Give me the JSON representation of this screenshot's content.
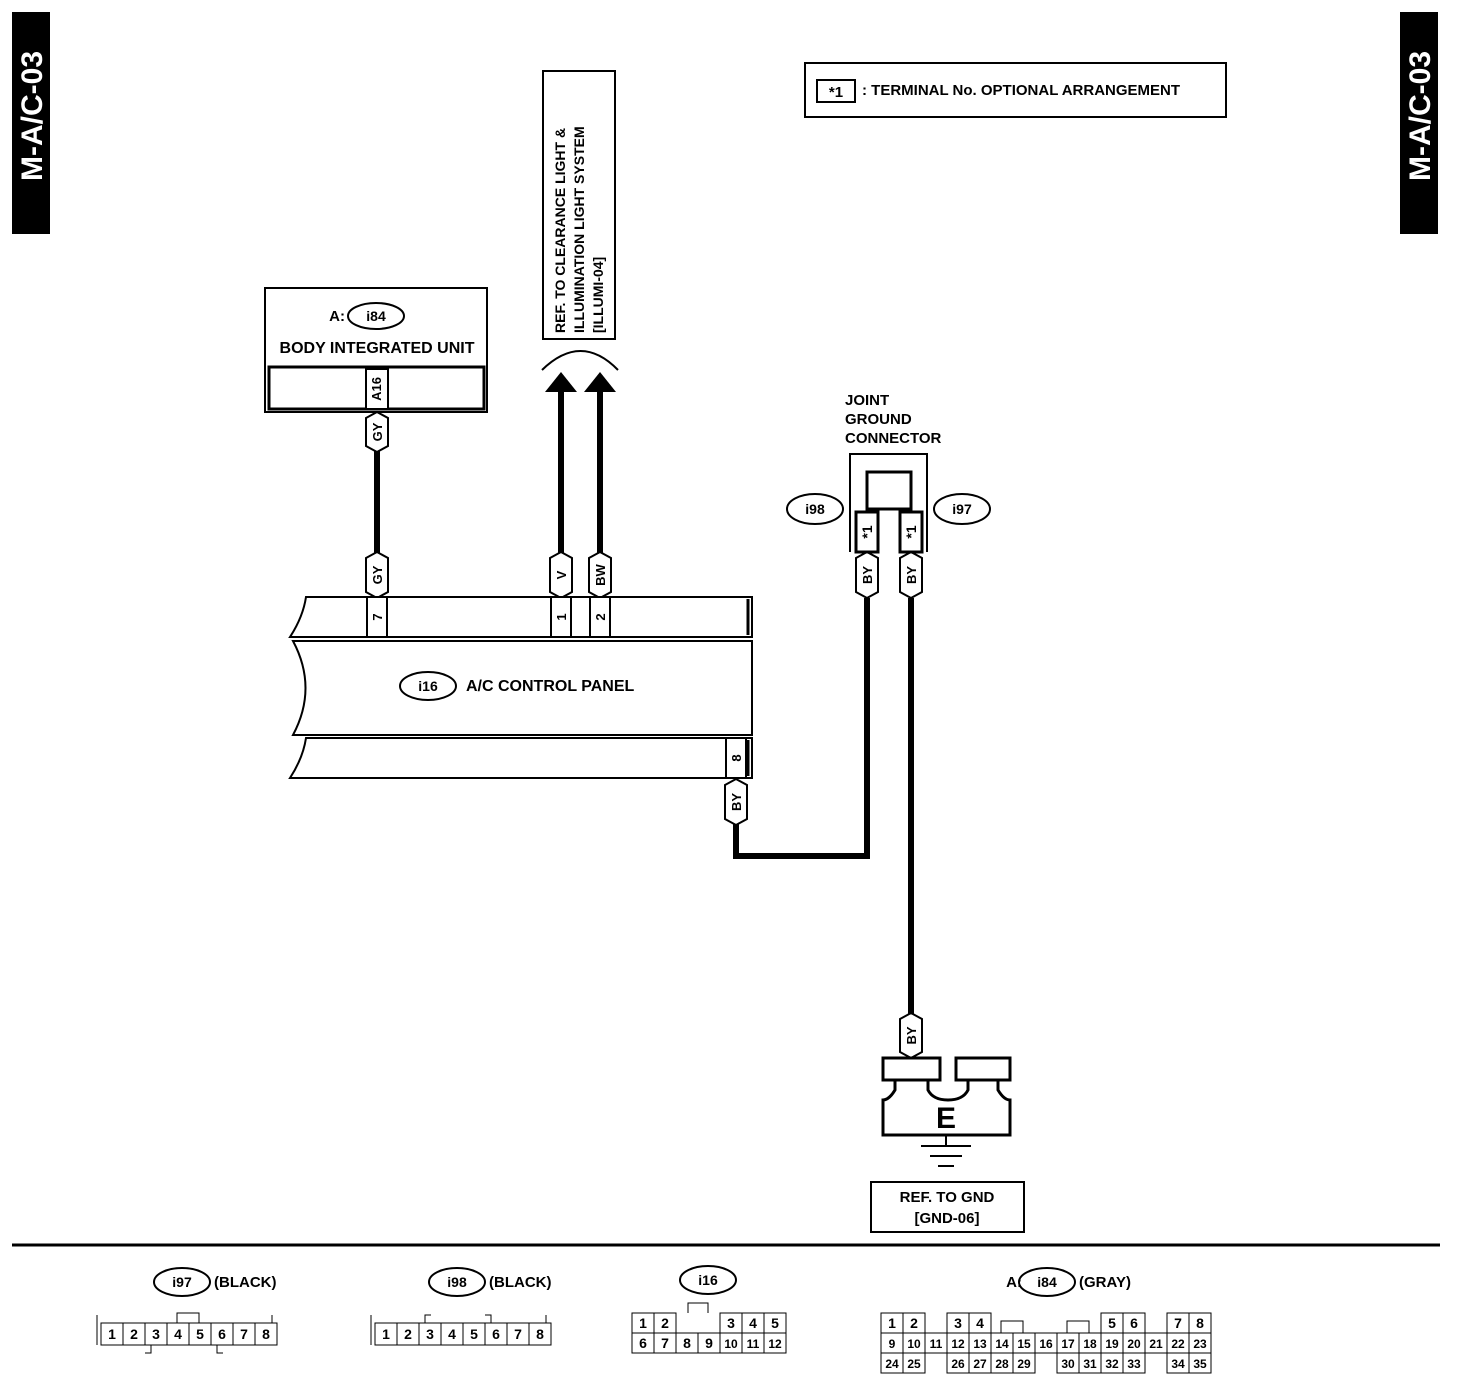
{
  "page": {
    "code": "M-A/C-03"
  },
  "legend": {
    "symbol": "*1",
    "text": ": TERMINAL No. OPTIONAL ARRANGEMENT"
  },
  "body_unit": {
    "prefix": "A:",
    "connector": "i84",
    "name": "BODY INTEGRATED UNIT",
    "terminal": "A16",
    "wire_color": "GY"
  },
  "reference_illumi": {
    "lines": [
      "REF. TO CLEARANCE LIGHT &",
      "ILLUMINATION LIGHT SYSTEM",
      "[ILLUMI-04]"
    ]
  },
  "joint_ground": {
    "label_lines": [
      "JOINT",
      "GROUND",
      "CONNECTOR"
    ],
    "left_connector": "i98",
    "right_connector": "i97",
    "left_terminal": "*1",
    "right_terminal": "*1",
    "left_wire": "BY",
    "right_wire": "BY"
  },
  "ac_panel": {
    "connector": "i16",
    "name": "A/C CONTROL PANEL",
    "pins": [
      {
        "pin": "7",
        "wire": "GY"
      },
      {
        "pin": "1",
        "wire": "V"
      },
      {
        "pin": "2",
        "wire": "BW"
      },
      {
        "pin": "8",
        "wire": "BY"
      }
    ]
  },
  "ground": {
    "wire": "BY",
    "symbol": "E",
    "ref_lines": [
      "REF. TO GND",
      "[GND-06]"
    ]
  },
  "connector_views": [
    {
      "id": "i97",
      "color": "(BLACK)",
      "rows": [
        [
          "1",
          "2",
          "3",
          "4",
          "5",
          "6",
          "7",
          "8"
        ]
      ]
    },
    {
      "id": "i98",
      "color": "(BLACK)",
      "rows": [
        [
          "1",
          "2",
          "3",
          "4",
          "5",
          "6",
          "7",
          "8"
        ]
      ]
    },
    {
      "id": "i16",
      "color": "",
      "rows": [
        [
          "1",
          "2",
          "",
          "3",
          "4",
          "5"
        ],
        [
          "6",
          "7",
          "8",
          "9",
          "10",
          "11",
          "12"
        ]
      ]
    },
    {
      "id": "i84",
      "prefix": "A:",
      "color": "(GRAY)",
      "rows": [
        [
          "1",
          "2",
          "",
          "3",
          "4",
          "",
          "5",
          "6",
          "",
          "7",
          "8"
        ],
        [
          "9",
          "10",
          "11",
          "12",
          "13",
          "14",
          "15",
          "16",
          "17",
          "18",
          "19",
          "20",
          "21",
          "22",
          "23"
        ],
        [
          "24",
          "25",
          "",
          "26",
          "27",
          "28",
          "29",
          "",
          "30",
          "31",
          "32",
          "33",
          "",
          "34",
          "35"
        ]
      ]
    }
  ]
}
